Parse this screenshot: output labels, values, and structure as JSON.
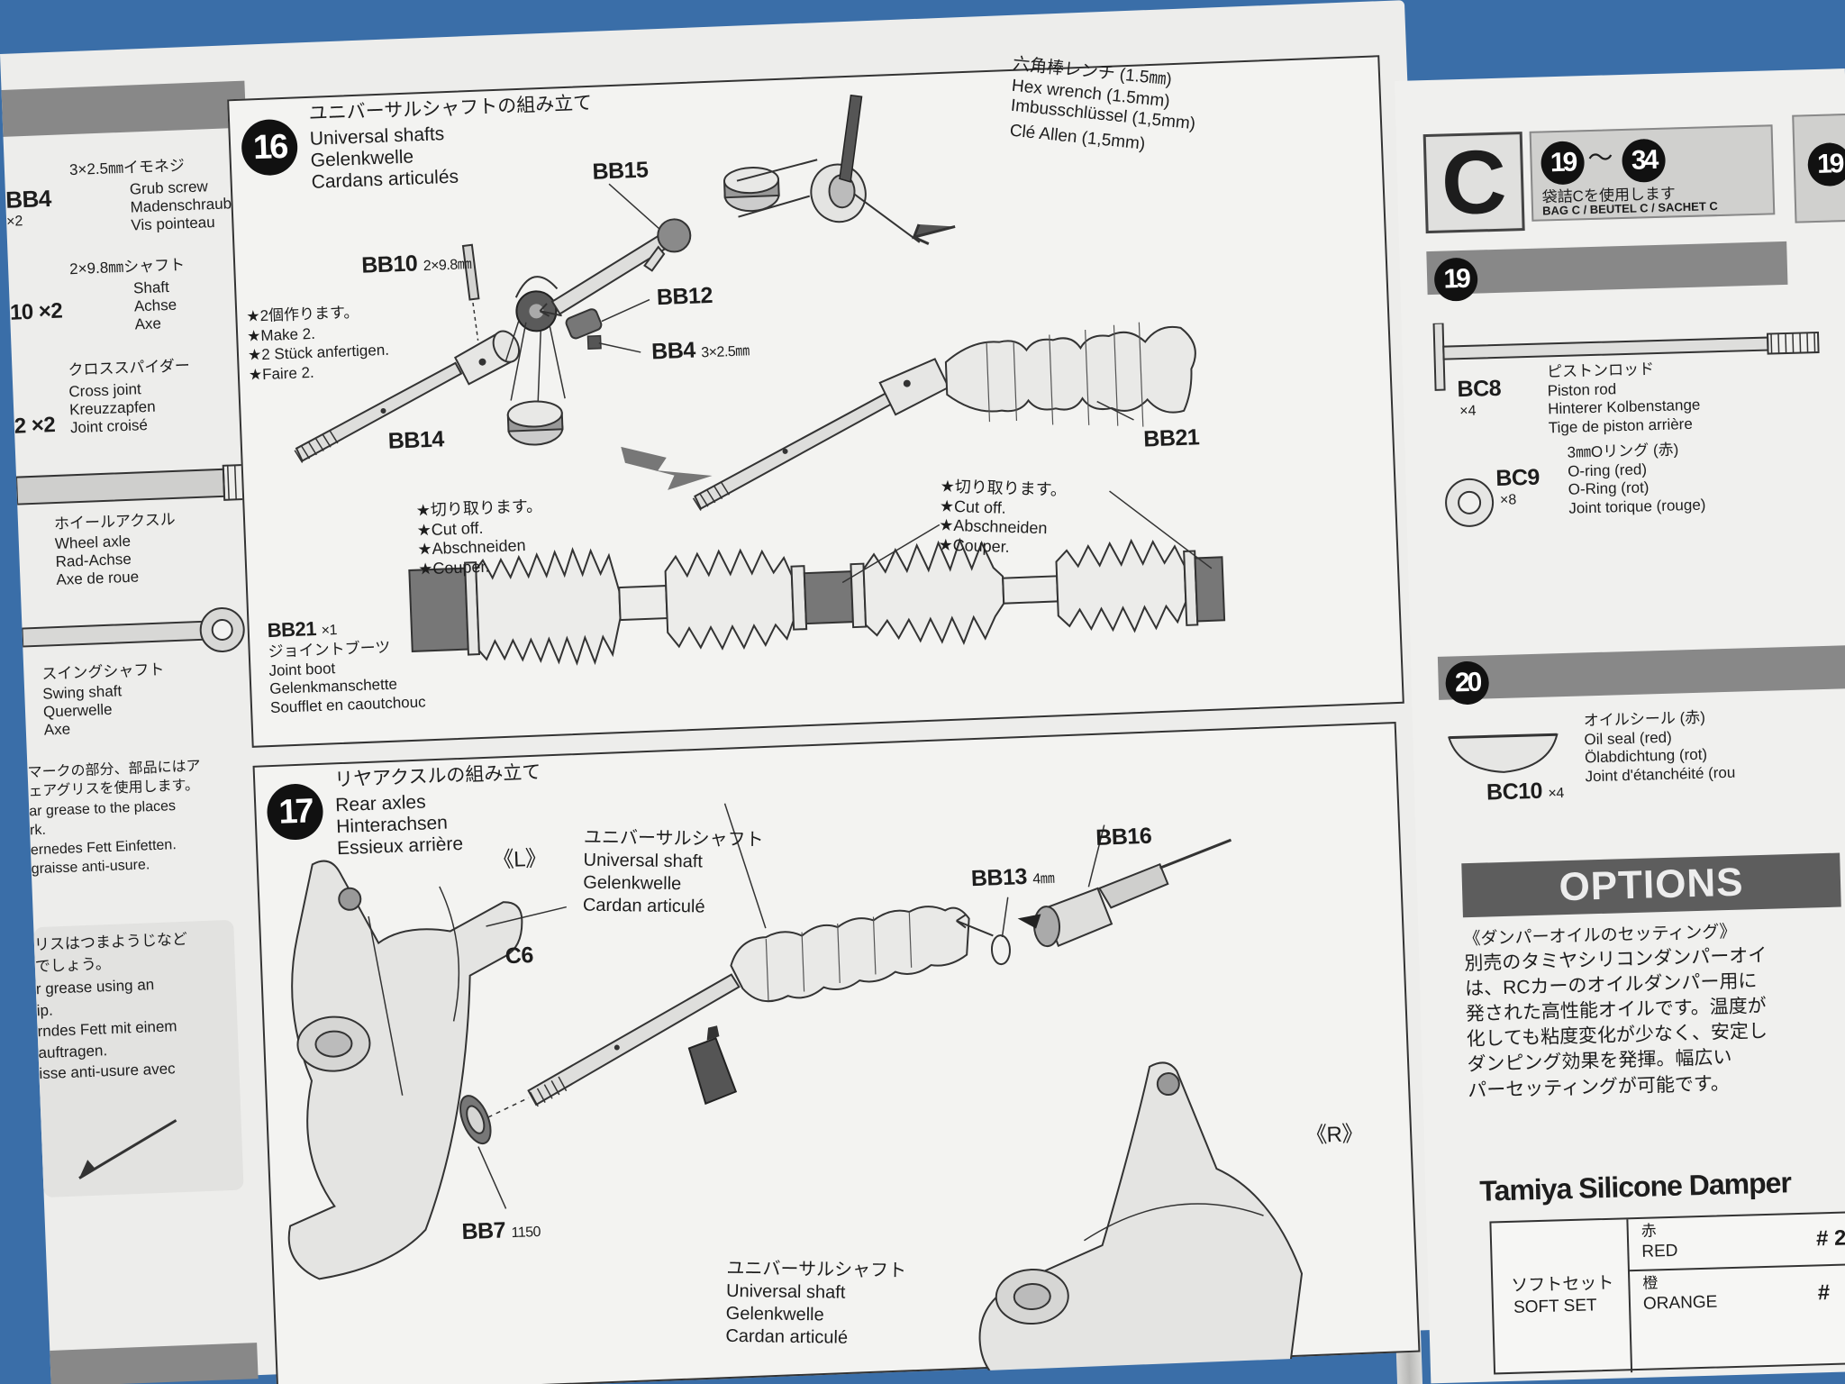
{
  "left_margin": {
    "bb4_code": "BB4",
    "bb4_qty": "×2",
    "bb4_ja": "3×2.5㎜イモネジ",
    "bb4_names": [
      "Grub screw",
      "Madenschraube",
      "Vis pointeau"
    ],
    "bb10_qty": "10 ×2",
    "bb10_ja": "2×9.8㎜シャフト",
    "bb10_names": [
      "Shaft",
      "Achse",
      "Axe"
    ],
    "cross_qty": "2 ×2",
    "cross_ja": "クロススパイダー",
    "cross_names": [
      "Cross joint",
      "Kreuzzapfen",
      "Joint croisé"
    ],
    "wheel_ja": "ホイールアクスル",
    "wheel_names": [
      "Wheel axle",
      "Rad-Achse",
      "Axe de roue"
    ],
    "swing_ja": "スイングシャフト",
    "swing_names": [
      "Swing shaft",
      "Querwelle",
      "Axe"
    ],
    "grease_lines": [
      "マークの部分、部品にはア",
      "ェアグリスを使用します。",
      "ar grease to the places",
      "rk.",
      "ernedes Fett Einfetten.",
      "graisse anti-usure."
    ],
    "tip_lines": [
      "リスはつまようじなど",
      "でしょう。",
      "r grease using an",
      "ip.",
      "rndes Fett mit einem",
      "auftragen.",
      "isse anti-usure avec"
    ]
  },
  "step16": {
    "number": "16",
    "title_ja": "ユニバーサルシャフトの組み立て",
    "title_lines": [
      "Universal shafts",
      "Gelenkwelle",
      "Cardans articulés"
    ],
    "make_lines": [
      "★2個作ります。",
      "★Make 2.",
      "★2 Stück anfertigen.",
      "★Faire 2."
    ],
    "hex_lines": [
      "六角棒レンチ (1.5㎜)",
      "Hex wrench (1.5mm)",
      "Imbusschlüssel (1,5mm)",
      "Clé Allen (1,5mm)"
    ],
    "bb10_label": "BB10",
    "bb10_size": "2×9.8㎜",
    "bb15_label": "BB15",
    "bb12_label": "BB12",
    "bb4_label": "BB4",
    "bb4_size": "3×2.5㎜",
    "bb14_label": "BB14",
    "bb21_label": "BB21",
    "cut_lines": [
      "★切り取ります。",
      "★Cut off.",
      "★Abschneiden",
      "★Couper."
    ],
    "boot_code": "BB21",
    "boot_qty": "×1",
    "boot_lines": [
      "ジョイントブーツ",
      "Joint boot",
      "Gelenkmanschette",
      "Soufflet en caoutchouc"
    ]
  },
  "step17": {
    "number": "17",
    "title_ja": "リヤアクスルの組み立て",
    "title_lines": [
      "Rear axles",
      "Hinterachsen",
      "Essieux arrière"
    ],
    "left_tag": "《L》",
    "right_tag": "《R》",
    "c6_label": "C6",
    "univ_lines": [
      "ユニバーサルシャフト",
      "Universal shaft",
      "Gelenkwelle",
      "Cardan articulé"
    ],
    "bb13_label": "BB13",
    "bb13_size": "4㎜",
    "bb16_label": "BB16",
    "bb7_label": "BB7",
    "bb7_size": "1150",
    "univ2_lines": [
      "ユニバーサルシャフト",
      "Universal shaft",
      "Gelenkwelle",
      "Cardan articulé"
    ]
  },
  "right_page": {
    "bag_letter": "C",
    "bag_steps_from": "19",
    "bag_steps_to": "34",
    "bag_tilde": "〜",
    "bag_ja": "袋詰Cを使用します",
    "bag_en": "BAG C / BEUTEL C / SACHET C",
    "next_col_partial": "19",
    "step19": "19",
    "bc8_code": "BC8",
    "bc8_qty": "×4",
    "bc8_lines": [
      "ピストンロッド",
      "Piston rod",
      "Hinterer Kolbenstange",
      "Tige de piston arrière"
    ],
    "bc9_code": "BC9",
    "bc9_qty": "×8",
    "bc9_lines": [
      "3㎜Oリング (赤)",
      "O-ring (red)",
      "O-Ring (rot)",
      "Joint torique (rouge)"
    ],
    "step20": "20",
    "bc10_code": "BC10",
    "bc10_qty": "×4",
    "bc10_lines": [
      "オイルシール (赤)",
      "Oil seal (red)",
      "Ölabdichtung (rot)",
      "Joint d'étanchéité (rou"
    ],
    "options_title": "OPTIONS",
    "options_lines": [
      "《ダンパーオイルのセッティング》",
      "別売のタミヤシリコンダンパーオイ",
      "は、RCカーのオイルダンパー用に",
      "発された高性能オイルです。温度が",
      "化しても粘度変化が少なく、安定し",
      "ダンピング効果を発揮。幅広い",
      "パーセッティングが可能です。"
    ],
    "damper_title": "Tamiya Silicone Damper",
    "table_set_ja": "ソフトセット",
    "table_set_en": "SOFT SET",
    "table_red_ja": "赤",
    "table_red_en": "RED",
    "table_orange_ja": "橙",
    "table_orange_en": "ORANGE",
    "table_hash1": "# 2",
    "table_hash2": "#"
  }
}
